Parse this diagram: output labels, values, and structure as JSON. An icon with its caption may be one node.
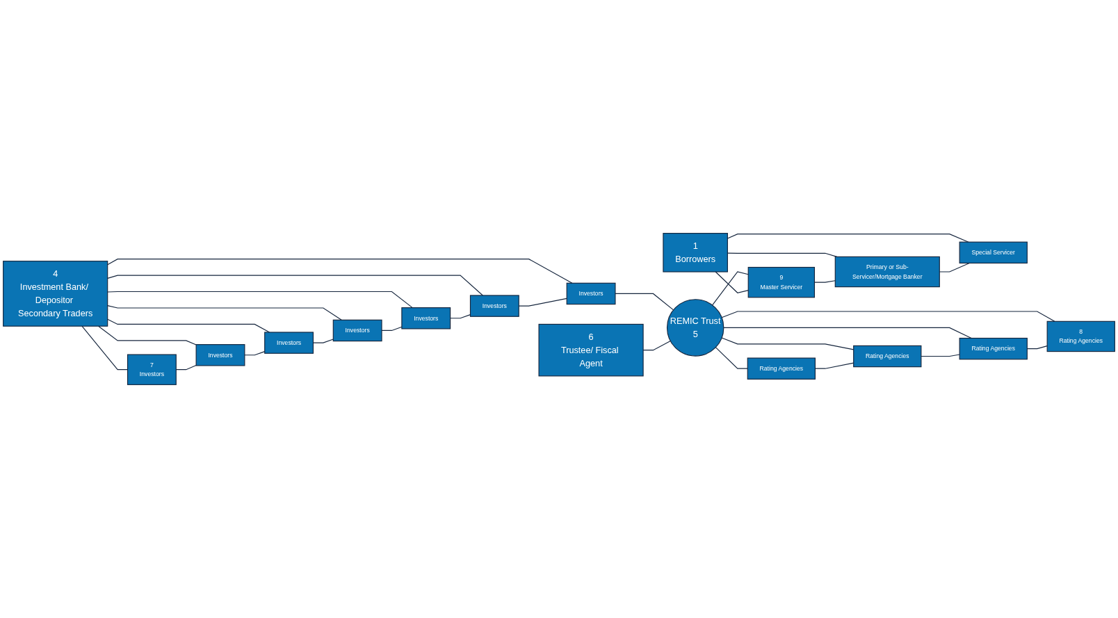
{
  "diagram": {
    "nodes": [
      {
        "text": [
          "1",
          "Borrowers"
        ]
      },
      {
        "text": [
          "4",
          "Investment Bank/ Depositor Secondary Traders"
        ]
      },
      {
        "text": [
          "7",
          "Investors"
        ]
      },
      {
        "text": [
          "Investors"
        ]
      },
      {
        "text": [
          "Investors"
        ]
      },
      {
        "text": [
          "Investors"
        ]
      },
      {
        "text": [
          "Investors"
        ]
      },
      {
        "text": [
          "Investors"
        ]
      },
      {
        "text": [
          "Investors"
        ]
      },
      {
        "text": [
          "6",
          "Trustee/ Fiscal Agent"
        ]
      },
      {
        "text": [
          "REMIC Trust",
          "5"
        ]
      },
      {
        "text": [
          "9",
          "Master Servicer"
        ]
      },
      {
        "text": [
          "Primary or Sub-Servicer/Mortgage Banker"
        ]
      },
      {
        "text": [
          "Special Servicer"
        ]
      },
      {
        "text": [
          "Rating Agencies"
        ]
      },
      {
        "text": [
          "Rating Agencies"
        ]
      },
      {
        "text": [
          "Rating Agencies"
        ]
      },
      {
        "text": [
          "8",
          "Rating Agencies"
        ]
      }
    ],
    "edges": [
      {
        "from": 1,
        "to": 2,
        "arrow": "none"
      },
      {
        "from": 1,
        "to": 3,
        "arrow": "none"
      },
      {
        "from": 1,
        "to": 4,
        "arrow": "none"
      },
      {
        "from": 1,
        "to": 5,
        "arrow": "none"
      },
      {
        "from": 1,
        "to": 6,
        "arrow": "none"
      },
      {
        "from": 1,
        "to": 7,
        "arrow": "none"
      },
      {
        "from": 1,
        "to": 8,
        "arrow": "none"
      },
      {
        "from": 2,
        "to": 3,
        "arrow": "none"
      },
      {
        "from": 3,
        "to": 4,
        "arrow": "none"
      },
      {
        "from": 4,
        "to": 5,
        "arrow": "none"
      },
      {
        "from": 5,
        "to": 6,
        "arrow": "none"
      },
      {
        "from": 6,
        "to": 7,
        "arrow": "none"
      },
      {
        "from": 7,
        "to": 8,
        "arrow": "none"
      },
      {
        "from": 8,
        "to": 10,
        "arrow": "none"
      },
      {
        "from": 9,
        "to": 10,
        "arrow": "none"
      },
      {
        "from": 10,
        "to": 11,
        "arrow": "none"
      },
      {
        "from": 10,
        "to": 14,
        "arrow": "none"
      },
      {
        "from": 10,
        "to": 15,
        "arrow": "none"
      },
      {
        "from": 10,
        "to": 16,
        "arrow": "none"
      },
      {
        "from": 10,
        "to": 17,
        "arrow": "none"
      },
      {
        "from": 14,
        "to": 15,
        "arrow": "none"
      },
      {
        "from": 15,
        "to": 16,
        "arrow": "none"
      },
      {
        "from": 16,
        "to": 17,
        "arrow": "none"
      },
      {
        "from": 0,
        "to": 11,
        "arrow": "none"
      },
      {
        "from": 0,
        "to": 12,
        "arrow": "none"
      },
      {
        "from": 0,
        "to": 13,
        "arrow": "none"
      },
      {
        "from": 11,
        "to": 12,
        "arrow": "none"
      },
      {
        "from": 12,
        "to": 13,
        "arrow": "none"
      }
    ]
  }
}
